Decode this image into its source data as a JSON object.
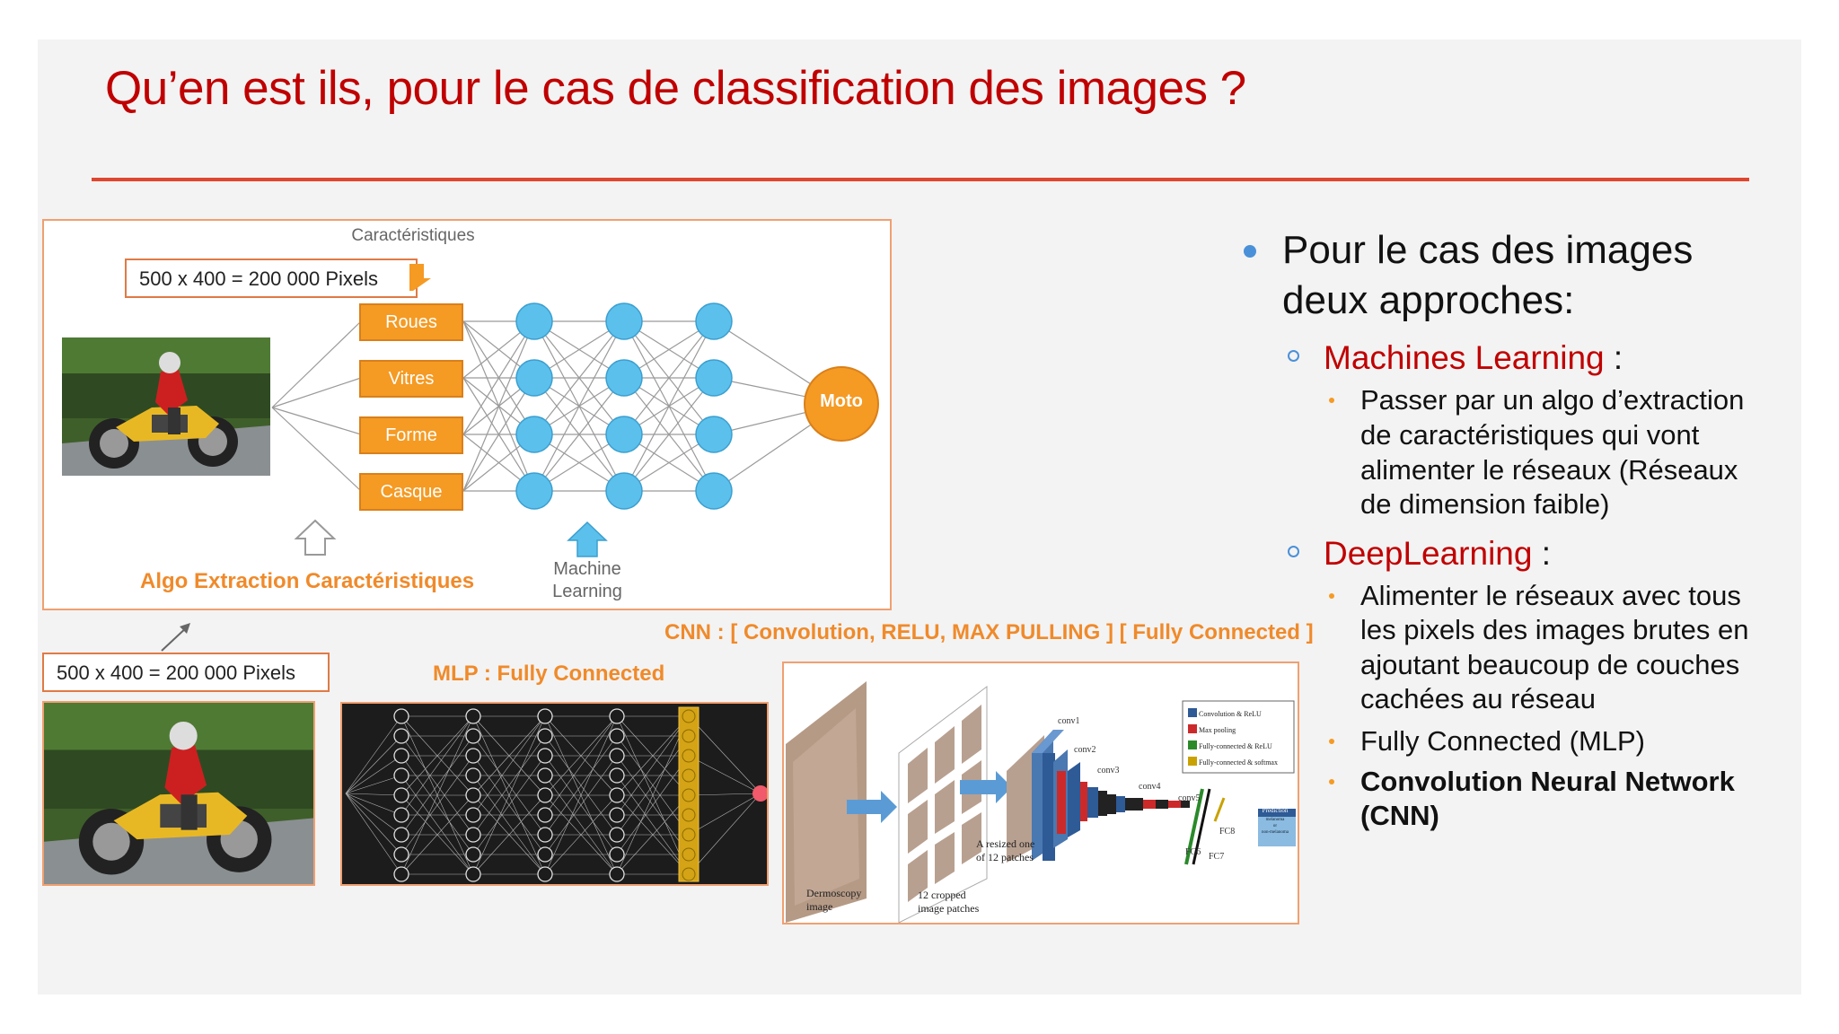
{
  "slide": {
    "title": "Qu’en est ils, pour le cas de classification des images ?"
  },
  "top_diagram": {
    "features_label": "Caractéristiques",
    "pixels_label": "500 x 400 = 200 000 Pixels",
    "features": [
      "Roues",
      "Vitres",
      "Forme",
      "Casque"
    ],
    "output_label": "Moto",
    "extraction_label": "Algo Extraction Caractéristiques",
    "ml_label_line1": "Machine",
    "ml_label_line2": "Learning"
  },
  "bottom_left": {
    "pixels_label": "500 x 400 = 200 000 Pixels",
    "mlp_label": "MLP : Fully Connected"
  },
  "cnn": {
    "label": "CNN : [ Convolution, RELU, MAX PULLING ] [ Fully Connected ]",
    "legend": [
      "Convolution & ReLU",
      "Max pooling",
      "Fully-connected & ReLU",
      "Fully-connected & softmax"
    ],
    "layers": [
      "conv1",
      "conv2",
      "conv3",
      "conv4",
      "conv5",
      "FC6",
      "FC7",
      "FC8"
    ],
    "prediction_title": "Prediction",
    "prediction_lines": [
      "melanoma",
      "or",
      "non-melanoma"
    ],
    "dermoscopy_line1": "Dermoscopy",
    "dermoscopy_line2": "image",
    "cropped_line1": "12 cropped",
    "cropped_line2": "image patches",
    "resized_line1": "A resized one",
    "resized_line2": "of 12 patches"
  },
  "text": {
    "heading_line1": "Pour le cas des images",
    "heading_line2": "deux approches:",
    "ml_title": "Machines Learning",
    "ml_colon": " :",
    "ml_desc": [
      "Passer par un algo d’extraction",
      "de caractéristiques qui vont",
      "alimenter le réseaux (Réseaux",
      "de dimension faible)"
    ],
    "dl_title": "DeepLearning",
    "dl_colon": " :",
    "dl_desc": [
      "Alimenter le réseaux avec tous",
      "les pixels des images brutes en",
      "ajoutant beaucoup de couches",
      "cachées au réseau"
    ],
    "item_mlp": "Fully Connected (MLP)",
    "item_cnn_line1": "Convolution Neural Network",
    "item_cnn_line2": "(CNN)"
  },
  "colors": {
    "title_red": "#c00000",
    "accent_orange": "#f59a23",
    "neuron_blue": "#5bc0eb",
    "bullet_blue": "#4a90d9"
  }
}
